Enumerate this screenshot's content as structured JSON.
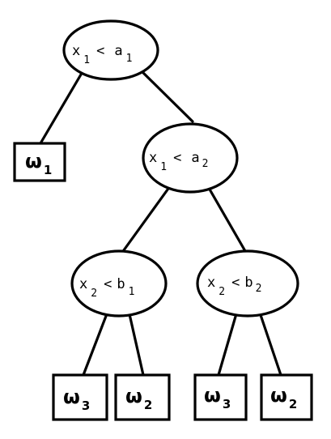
{
  "tree": {
    "root": {
      "var": "x",
      "var_sub": "1",
      "op": "<",
      "thr": "a",
      "thr_sub": "1",
      "left": {
        "leaf": "ω",
        "leaf_sub": "1"
      },
      "right": {
        "var": "x",
        "var_sub": "1",
        "op": "<",
        "thr": "a",
        "thr_sub": "2",
        "left": {
          "var": "x",
          "var_sub": "2",
          "op": "<",
          "thr": "b",
          "thr_sub": "1",
          "left": {
            "leaf": "ω",
            "leaf_sub": "3"
          },
          "right": {
            "leaf": "ω",
            "leaf_sub": "2"
          }
        },
        "right": {
          "var": "x",
          "var_sub": "2",
          "op": "<",
          "thr": "b",
          "thr_sub": "2",
          "left": {
            "leaf": "ω",
            "leaf_sub": "3"
          },
          "right": {
            "leaf": "ω",
            "leaf_sub": "2"
          }
        }
      }
    }
  }
}
